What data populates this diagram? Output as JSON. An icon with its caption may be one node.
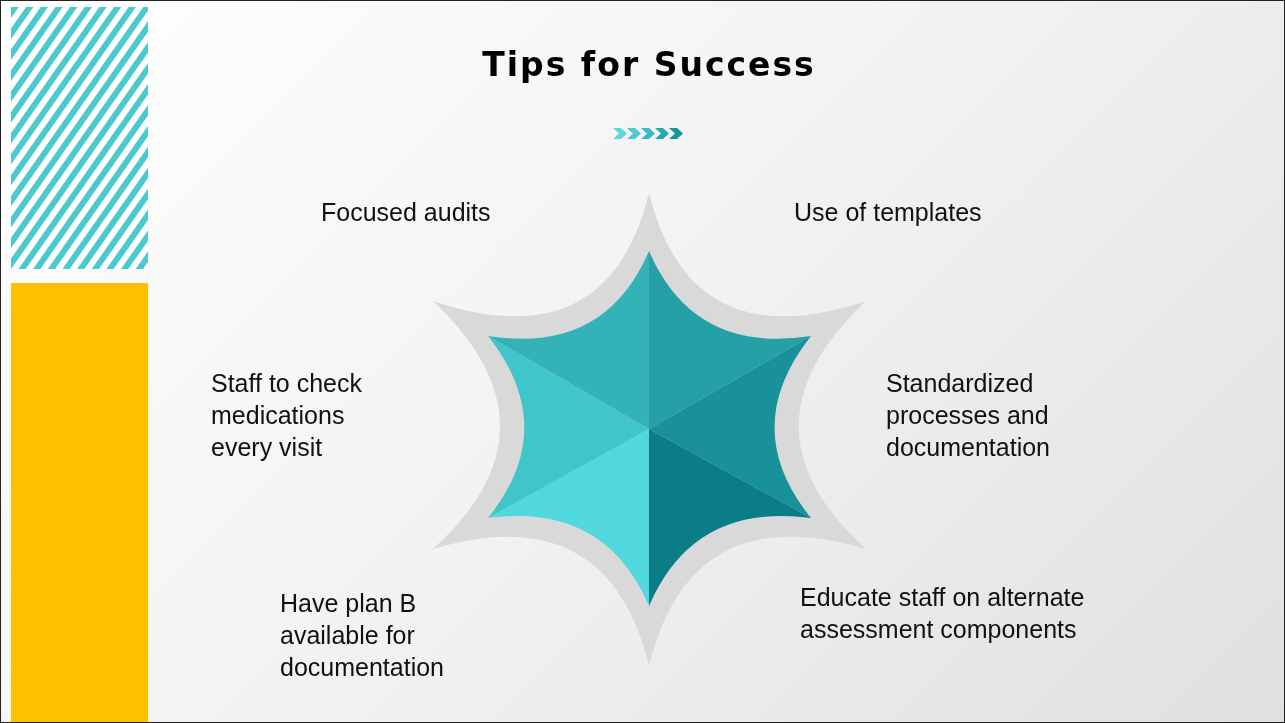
{
  "diagram": {
    "title": "Tips for Success",
    "labels": [
      "Focused audits",
      "Use of templates",
      "Staff to check medications every visit",
      "Standardized processes and documentation",
      "Have plan B available for documentation",
      "Educate staff on alternate assessment components"
    ]
  }
}
